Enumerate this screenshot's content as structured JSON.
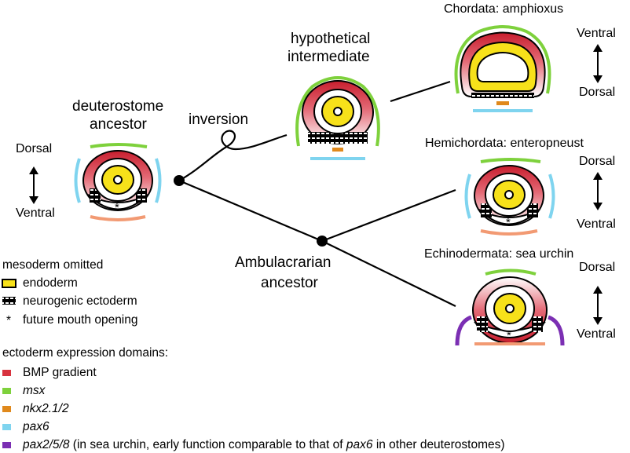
{
  "nodes": {
    "deuterostome": {
      "line1": "deuterostome",
      "line2": "ancestor"
    },
    "hypothetical": {
      "line1": "hypothetical",
      "line2": "intermediate"
    },
    "ambulacrarian": {
      "line1": "Ambulacrarian",
      "line2": "ancestor"
    }
  },
  "branch_labels": {
    "inversion": "inversion"
  },
  "taxa": {
    "chordata": "Chordata: amphioxus",
    "hemichordata": "Hemichordata: enteropneust",
    "echinodermata": "Echinodermata: sea urchin"
  },
  "axis": {
    "dorsal": "Dorsal",
    "ventral": "Ventral"
  },
  "legend": {
    "mesoderm_note": "mesoderm omitted",
    "tissue_items": [
      {
        "symbol": "yellow-oval",
        "label": "endoderm"
      },
      {
        "symbol": "checker-bar",
        "label": "neurogenic ectoderm"
      },
      {
        "symbol": "*",
        "label": "future mouth opening"
      }
    ],
    "expression_title": "ectoderm expression domains:",
    "expression_items": [
      {
        "color": "#d8333f",
        "label": "BMP gradient",
        "italic": false
      },
      {
        "color": "#7ed13c",
        "label": "msx",
        "italic": true
      },
      {
        "color": "#e0891c",
        "label": "nkx2.1/2",
        "italic": true
      },
      {
        "color": "#7fd4ef",
        "label": "pax6",
        "italic": true
      }
    ],
    "pax258": {
      "color": "#7b2fb3",
      "gene": "pax2/5/8",
      "text_before": "(in sea urchin, early function comparable to that of",
      "gene_ref": "pax6",
      "text_after": "in other deuterostomes)"
    }
  },
  "colors": {
    "bmp": "#d8333f",
    "msx": "#7ed13c",
    "nkx": "#e0891c",
    "pax6": "#7fd4ef",
    "pax258": "#7b2fb3",
    "endoderm": "#f7e11a"
  }
}
